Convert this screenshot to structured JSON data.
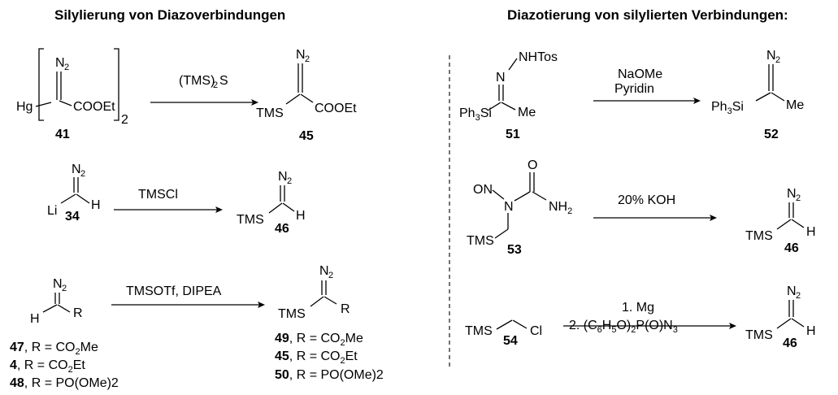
{
  "titles": {
    "left": "Silylierung von Diazoverbindungen",
    "right": "Diazotierung von silylierten Verbindungen:"
  },
  "atoms": {
    "n": "N",
    "two": "2",
    "hg": "Hg",
    "cooet": "COOEt",
    "tms": "TMS",
    "li": "Li",
    "h": "H",
    "r": "R",
    "me": "Me",
    "nhtos": "NHTos",
    "ph": "Ph",
    "three": "3",
    "si": "Si",
    "on": "ON",
    "o": "O",
    "nh": "NH",
    "cl": "Cl"
  },
  "labels": {
    "l41": "41",
    "l45": "45",
    "l34": "34",
    "l46": "46",
    "l47": "47",
    "l4": "4",
    "l48": "48",
    "l49": "49",
    "l50": "50",
    "l51": "51",
    "l52": "52",
    "l53": "53",
    "l54": "54"
  },
  "reagents": {
    "r1_main": "(TMS)",
    "r1_sub": "2",
    "r1_tail": "S",
    "r2": "TMSCl",
    "r3": "TMSOTf, DIPEA",
    "r4_top": "NaOMe",
    "r4_bottom": "Pyridin",
    "r5": "20% KOH",
    "r6_top": "1. Mg",
    "r6_a": "2. (C",
    "r6_b": "6",
    "r6_c": "H",
    "r6_d": "5",
    "r6_e": "O)",
    "r6_f": "2",
    "r6_g": "P(O)N",
    "r6_h": "3"
  },
  "substituents": {
    "eq": ", R = ",
    "co2me_a": "CO",
    "co2me_b": "2",
    "co2me_c": "Me",
    "co2et_a": "CO",
    "co2et_b": "2",
    "co2et_c": "Et",
    "pome": " PO(OMe)2"
  }
}
